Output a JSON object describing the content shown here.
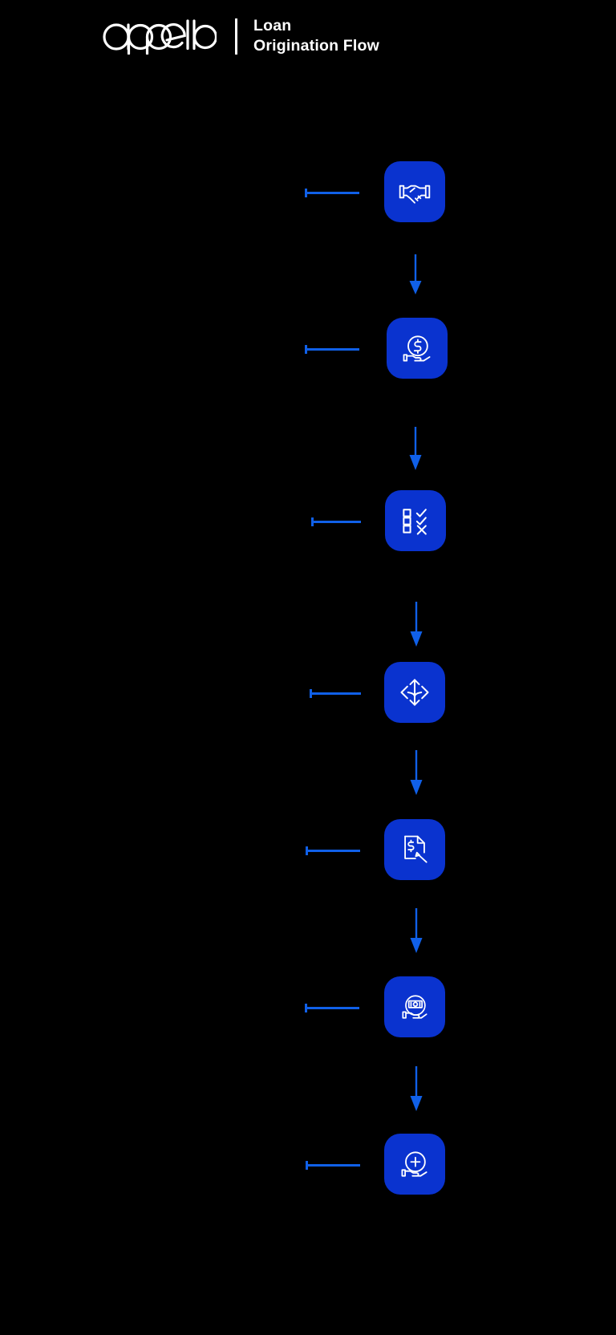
{
  "header": {
    "logo_text": "appello",
    "logo_icon": "appello-wordmark",
    "divider_icon": "vertical-divider",
    "title_line_1": "Loan",
    "title_line_2": "Origination Flow"
  },
  "theme": {
    "background": "#000000",
    "tile_blue": "#0a33cf",
    "line_blue": "#1060e8",
    "icon_stroke": "#ffffff",
    "text": "#ffffff"
  },
  "flow": {
    "type": "vertical-flowchart",
    "connector_icon": "horizontal-leader-line",
    "arrow_icon": "arrow-down",
    "steps": [
      {
        "index": 1,
        "icon": "handshake-icon",
        "label": ""
      },
      {
        "index": 2,
        "icon": "hand-holding-dollar-icon",
        "label": ""
      },
      {
        "index": 3,
        "icon": "checklist-approve-deny-icon",
        "label": ""
      },
      {
        "index": 4,
        "icon": "four-way-arrows-icon",
        "label": ""
      },
      {
        "index": 5,
        "icon": "document-dollar-sign-icon",
        "label": ""
      },
      {
        "index": 6,
        "icon": "hand-holding-cash-icon",
        "label": ""
      },
      {
        "index": 7,
        "icon": "hand-holding-plus-icon",
        "label": ""
      }
    ]
  }
}
